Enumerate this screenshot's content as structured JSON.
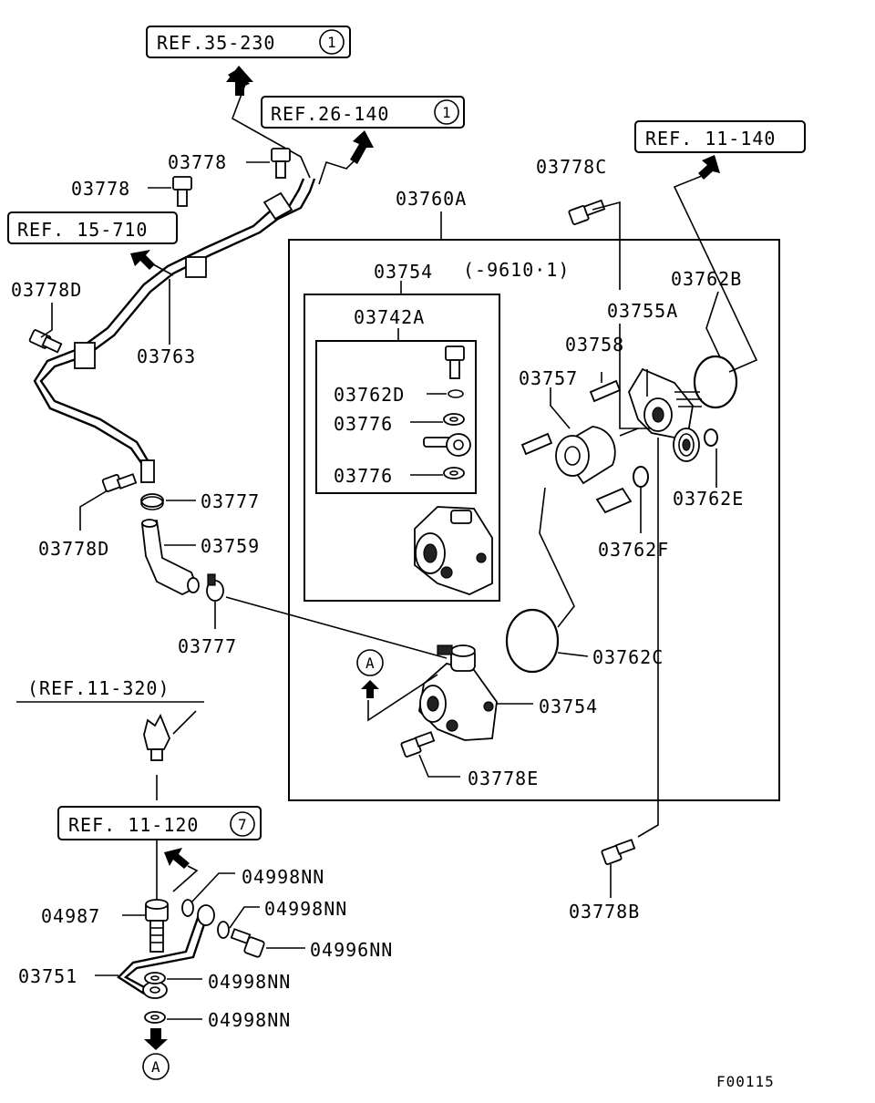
{
  "refs": {
    "r35": "REF.35-230",
    "r35_num": "1",
    "r26": "REF.26-140",
    "r26_num": "1",
    "r11_140": "REF. 11-140",
    "r15": "REF. 15-710",
    "r11_320": "(REF.11-320)",
    "r11_120": "REF. 11-120",
    "r11_120_num": "7"
  },
  "parts": {
    "p03778_a": "03778",
    "p03778_b": "03778",
    "p03778C": "03778C",
    "p03760A": "03760A",
    "p03754_top": "03754",
    "p9610": "(-9610·1)",
    "p03742A": "03742A",
    "p03755A": "03755A",
    "p03762B": "03762B",
    "p03778D_top": "03778D",
    "p03763": "03763",
    "p03762D": "03762D",
    "p03776_a": "03776",
    "p03776_b": "03776",
    "p03758": "03758",
    "p03757": "03757",
    "p03762E": "03762E",
    "p03762F": "03762F",
    "p03777_a": "03777",
    "p03759": "03759",
    "p03778D_bot": "03778D",
    "p03777_b": "03777",
    "p03762C": "03762C",
    "p03754_bot": "03754",
    "p03778E": "03778E",
    "p04998NN_a": "04998NN",
    "p04998NN_b": "04998NN",
    "p04987": "04987",
    "p04996NN": "04996NN",
    "p03751": "03751",
    "p04998NN_c": "04998NN",
    "p04998NN_d": "04998NN",
    "p03778B": "03778B",
    "marker_A": "A"
  },
  "figure_code": "F00115",
  "icons": [
    "arrow-up-icon",
    "bolt-icon",
    "washer-icon",
    "o-ring-icon",
    "circle-marker-icon"
  ]
}
